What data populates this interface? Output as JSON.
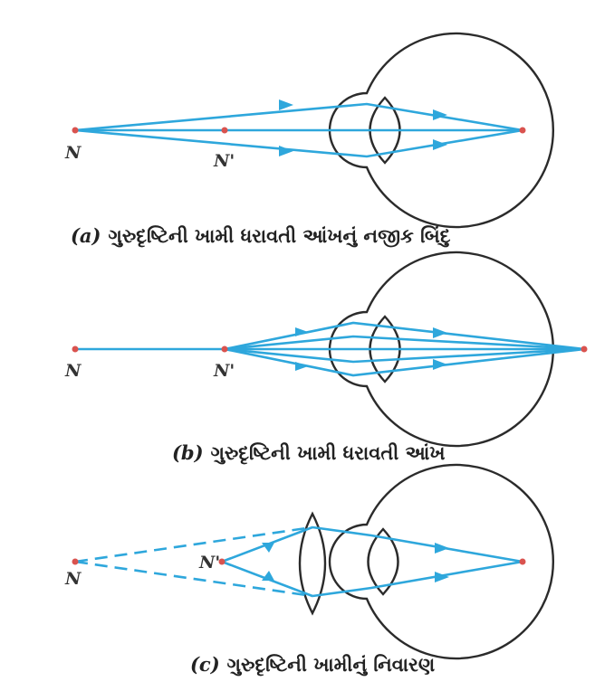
{
  "panels": [
    {
      "id": "a",
      "tag": "(a)",
      "caption": "ગુરુદૃષ્ટિની ખામી ધરાવતી આંખનું નજીક બિંદુ",
      "labels": [
        "N",
        "N'"
      ]
    },
    {
      "id": "b",
      "tag": "(b)",
      "caption": "ગુરુદૃષ્ટિની ખામી ધરાવતી આંખ",
      "labels": [
        "N",
        "N'"
      ]
    },
    {
      "id": "c",
      "tag": "(c)",
      "caption": "ગુરુદૃષ્ટિની ખામીનું નિવારણ",
      "labels": [
        "N",
        "N'"
      ]
    }
  ],
  "colors": {
    "ray": "#2ea7dc",
    "eye_outline": "#2b2b2b",
    "point": "#d9534f"
  }
}
